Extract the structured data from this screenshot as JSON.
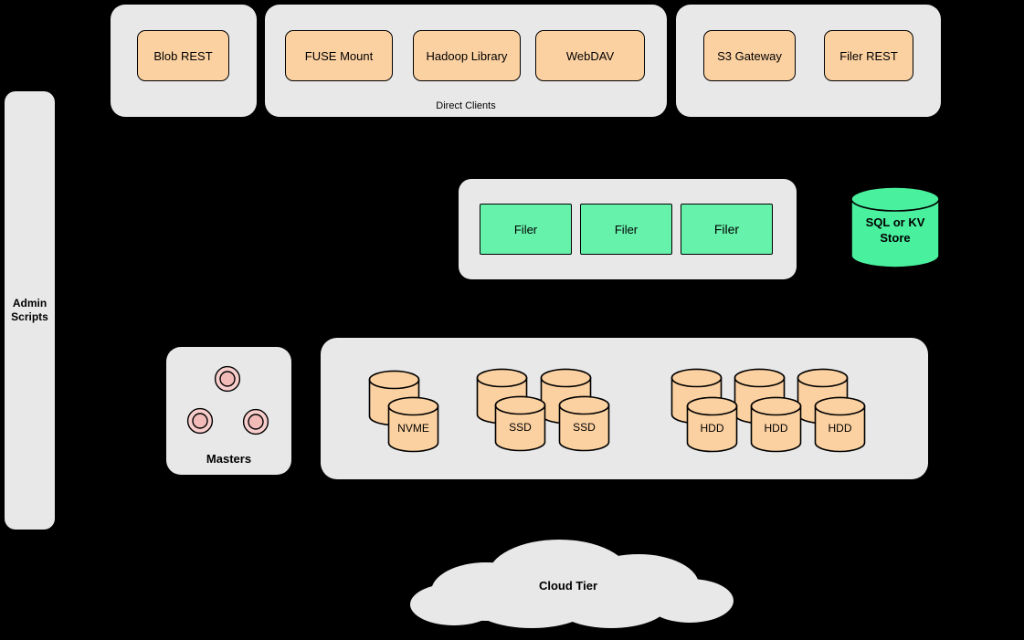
{
  "top": {
    "blob_rest": "Blob REST",
    "fuse_mount": "FUSE Mount",
    "hadoop_library": "Hadoop Library",
    "webdav": "WebDAV",
    "direct_clients_caption": "Direct Clients",
    "s3_gateway": "S3 Gateway",
    "filer_rest": "Filer REST"
  },
  "admin_scripts": "Admin Scripts",
  "filers": [
    "Filer",
    "Filer",
    "Filer"
  ],
  "sql_store": "SQL or KV Store",
  "masters": "Masters",
  "volumes": {
    "nvme": [
      "NVME"
    ],
    "ssd": [
      "SSD",
      "SSD"
    ],
    "hdd": [
      "HDD",
      "HDD",
      "HDD"
    ]
  },
  "cloud_tier": "Cloud Tier",
  "colors": {
    "background": "#000000",
    "panel_gray": "#e8e8e8",
    "node_orange": "#fcd1a1",
    "node_green": "#66f2ab",
    "store_green": "#49f09e",
    "master_pink": "#f8cecc"
  }
}
